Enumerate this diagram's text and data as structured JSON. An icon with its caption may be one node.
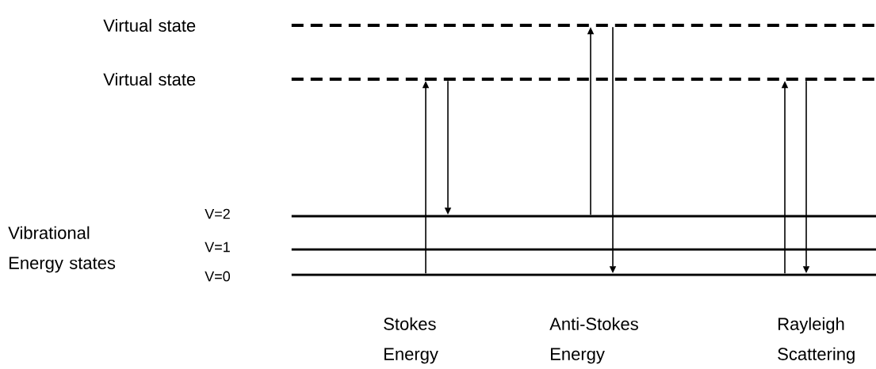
{
  "diagram": {
    "nodes": [
      {
        "text": [],
        "shape": "line"
      },
      {
        "text": [],
        "shape": "line"
      },
      {
        "text": [],
        "shape": "line"
      },
      {
        "text": [],
        "shape": "line"
      },
      {
        "text": [],
        "shape": "line"
      }
    ],
    "edges": [
      {
        "from": 4,
        "to": 1,
        "arrow": "to"
      },
      {
        "from": 1,
        "to": 2,
        "arrow": "to"
      },
      {
        "from": 2,
        "to": 0,
        "arrow": "to"
      },
      {
        "from": 0,
        "to": 4,
        "arrow": "to"
      },
      {
        "from": 4,
        "to": 1,
        "arrow": "to"
      },
      {
        "from": 1,
        "to": 4,
        "arrow": "to"
      }
    ],
    "labels": [
      "Virtual state",
      "Virtual state",
      "V=2",
      "Vibrational Energy states",
      "V=1",
      "V=0",
      "Stokes Energy",
      "Anti-Stokes Energy",
      "Rayleigh Scattering"
    ]
  }
}
